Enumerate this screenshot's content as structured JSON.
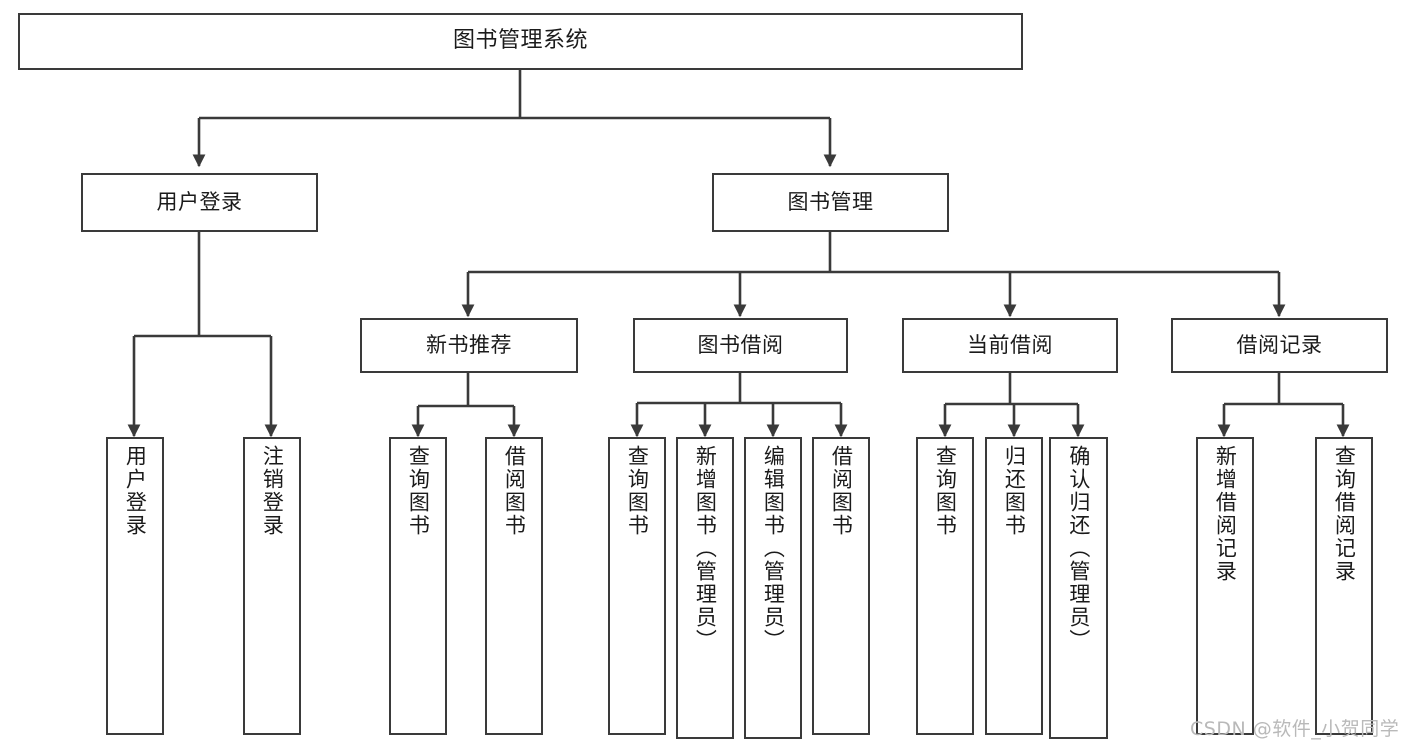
{
  "diagram": {
    "type": "hierarchy-tree",
    "title": "图书管理系统",
    "background_color": "#ffffff",
    "line_color": "#3a3a3a",
    "text_color": "#1b1b1b"
  },
  "levels": {
    "root": {
      "label": "图书管理系统"
    },
    "level2": [
      {
        "label": "用户登录"
      },
      {
        "label": "图书管理"
      }
    ],
    "level3": [
      {
        "label": "新书推荐"
      },
      {
        "label": "图书借阅"
      },
      {
        "label": "当前借阅"
      },
      {
        "label": "借阅记录"
      }
    ]
  },
  "leaves": {
    "user_login": [
      {
        "label": "用户登录"
      },
      {
        "label": "注销登录"
      }
    ],
    "new_book_recommend": [
      {
        "label": "查询图书"
      },
      {
        "label": "借阅图书"
      }
    ],
    "book_borrow": [
      {
        "label": "查询图书"
      },
      {
        "label": "新增图书（管理员）"
      },
      {
        "label": "编辑图书（管理员）"
      },
      {
        "label": "借阅图书"
      }
    ],
    "current_borrow": [
      {
        "label": "查询图书"
      },
      {
        "label": "归还图书"
      },
      {
        "label": "确认归还（管理员）"
      }
    ],
    "borrow_records": [
      {
        "label": "新增借阅记录"
      },
      {
        "label": "查询借阅记录"
      }
    ]
  },
  "watermark": {
    "text": "CSDN @软件_小贺同学"
  }
}
